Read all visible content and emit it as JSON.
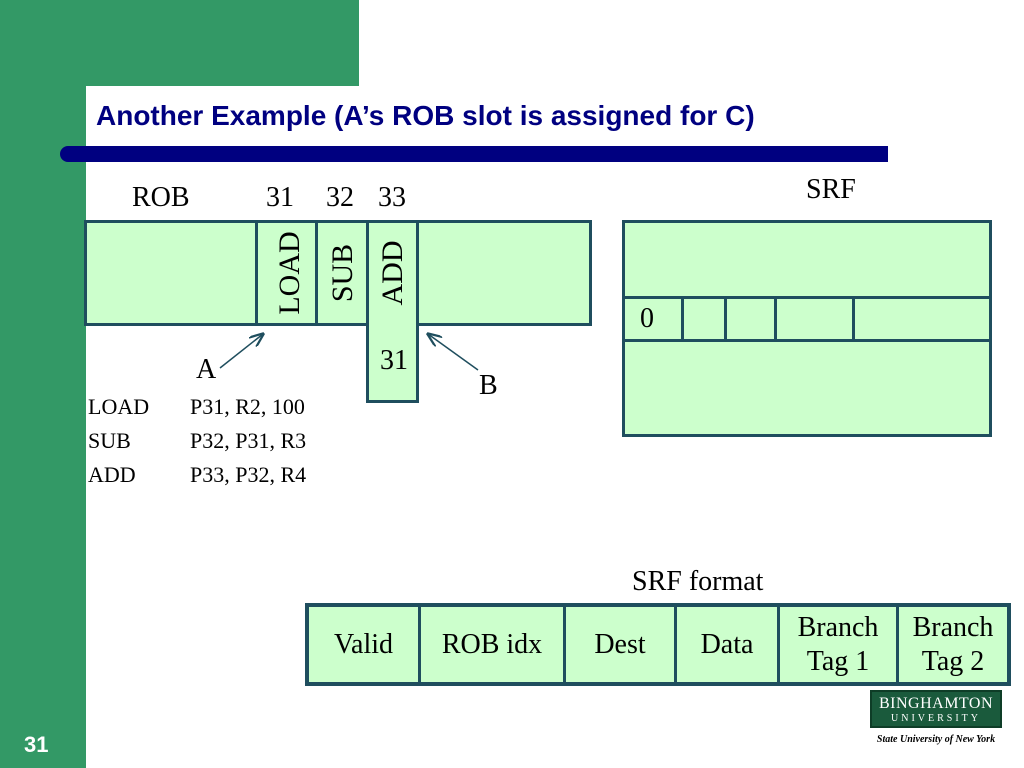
{
  "slide": {
    "title": "Another Example (A’s ROB slot is assigned for C)",
    "number": "31",
    "logo": {
      "line1": "BINGHAMTON",
      "line2": "UNIVERSITY",
      "subtitle": "State University of New York"
    }
  },
  "rob": {
    "label": "ROB",
    "slot_numbers": [
      "31",
      "32",
      "33"
    ],
    "slot_entries": [
      "LOAD",
      "SUB",
      "ADD"
    ],
    "below_value": "31",
    "pointer_a": "A",
    "pointer_b": "B"
  },
  "code": [
    {
      "op": "LOAD",
      "args": "P31, R2, 100"
    },
    {
      "op": "SUB",
      "args": "P32, P31, R3"
    },
    {
      "op": "ADD",
      "args": "P33, P32, R4"
    }
  ],
  "srf": {
    "label": "SRF",
    "first_cell": "0"
  },
  "srf_format": {
    "label": "SRF format",
    "fields": [
      "Valid",
      "ROB idx",
      "Dest",
      "Data",
      "Branch\nTag 1",
      "Branch\nTag 2"
    ]
  },
  "colors": {
    "sidebar": "#339966",
    "title": "#000080",
    "cell_fill": "#ccffcc",
    "border": "#1f4e5e"
  }
}
